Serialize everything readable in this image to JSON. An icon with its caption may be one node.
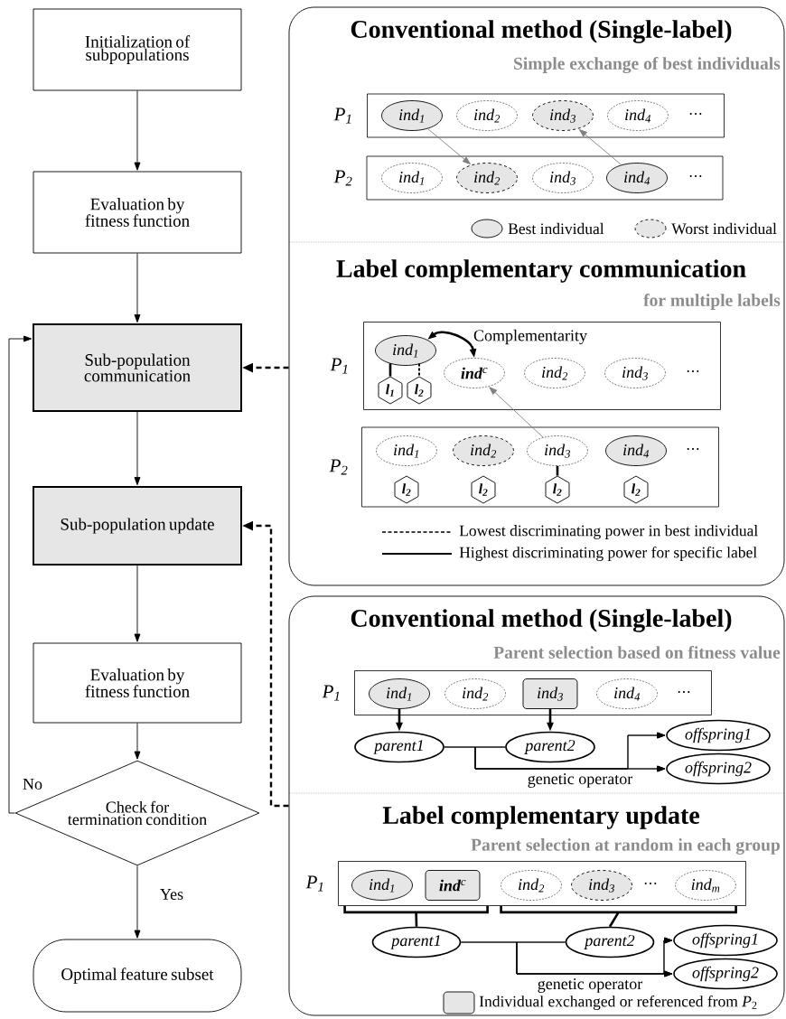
{
  "diagram": {
    "nodes": [
      {
        "text": [
          "Initialization of subpopulations"
        ]
      },
      {
        "text": [
          "Evaluation by fitness function"
        ]
      },
      {
        "text": [
          "Sub-population communication"
        ]
      },
      {
        "text": [
          "Sub-population update"
        ]
      },
      {
        "text": [
          "Evaluation by fitness function"
        ]
      },
      {
        "text": [
          "Check for termination condition"
        ]
      },
      {
        "text": [
          "Optimal feature subset"
        ]
      },
      {
        "text": [
          "Conventional method (Single-label)",
          "Simple exchange of best individuals",
          "Label complementary communication",
          "for multiple labels"
        ]
      },
      {
        "text": [
          "P$_{1}$"
        ],
        "in": 7
      },
      {
        "text": [
          "ind$_{1}$"
        ],
        "in": 8
      },
      {
        "text": [
          "ind$_{2}$"
        ],
        "in": 8
      },
      {
        "text": [
          "ind$_{3}$"
        ],
        "in": 8
      },
      {
        "text": [
          "ind$_{4}$"
        ],
        "in": 8
      },
      {
        "text": [
          "P$_{2}$"
        ],
        "in": 7
      },
      {
        "text": [
          "ind$_{1}$"
        ],
        "in": 13
      },
      {
        "text": [
          "ind$_{2}$"
        ],
        "in": 13
      },
      {
        "text": [
          "ind$_{3}$"
        ],
        "in": 13
      },
      {
        "text": [
          "ind$_{4}$"
        ],
        "in": 13
      },
      {
        "text": [
          "P$_{1}$"
        ],
        "in": 7
      },
      {
        "text": [
          "ind$_{1}$"
        ],
        "in": 18
      },
      {
        "text": [
          "**ind**$^{c}$"
        ],
        "in": 18
      },
      {
        "text": [
          "ind$_{2}$"
        ],
        "in": 18
      },
      {
        "text": [
          "ind$_{3}$"
        ],
        "in": 18
      },
      {
        "text": [
          "l$_{1}$"
        ],
        "in": 18
      },
      {
        "text": [
          "l$_{2}$"
        ],
        "in": 18
      },
      {
        "text": [
          "P$_{2}$"
        ],
        "in": 7
      },
      {
        "text": [
          "ind$_{1}$"
        ],
        "in": 25
      },
      {
        "text": [
          "ind$_{2}$"
        ],
        "in": 25
      },
      {
        "text": [
          "ind$_{3}$"
        ],
        "in": 25
      },
      {
        "text": [
          "ind$_{4}$"
        ],
        "in": 25
      },
      {
        "text": [
          "l$_{2}$"
        ],
        "in": 25
      },
      {
        "text": [
          "l$_{2}$"
        ],
        "in": 25
      },
      {
        "text": [
          "l$_{2}$"
        ],
        "in": 25
      },
      {
        "text": [
          "l$_{2}$"
        ],
        "in": 25
      },
      {
        "text": [
          "Conventional method (Single-label)",
          "Parent selection based on fitness value",
          "Label complementary update",
          "Parent selection at random in each group"
        ]
      },
      {
        "text": [
          "P$_{1}$"
        ],
        "in": 34
      },
      {
        "text": [
          "ind$_{1}$"
        ],
        "in": 35
      },
      {
        "text": [
          "ind$_{2}$"
        ],
        "in": 35
      },
      {
        "text": [
          "ind$_{3}$"
        ],
        "in": 35
      },
      {
        "text": [
          "ind$_{4}$"
        ],
        "in": 35
      },
      {
        "text": [
          "parent1"
        ],
        "in": 34
      },
      {
        "text": [
          "parent2"
        ],
        "in": 34
      },
      {
        "text": [
          "offspring1"
        ],
        "in": 34
      },
      {
        "text": [
          "offspring2"
        ],
        "in": 34
      },
      {
        "text": [
          "P$_{1}$"
        ],
        "in": 34
      },
      {
        "text": [
          "ind$_{1}$"
        ],
        "in": 44
      },
      {
        "text": [
          "**ind**$^{c}$"
        ],
        "in": 44
      },
      {
        "text": [
          "ind$_{2}$"
        ],
        "in": 44
      },
      {
        "text": [
          "ind$_{3}$"
        ],
        "in": 44
      },
      {
        "text": [
          "ind$_{m}$"
        ],
        "in": 44
      },
      {
        "text": [
          "parent1"
        ],
        "in": 34
      },
      {
        "text": [
          "parent2"
        ],
        "in": 34
      },
      {
        "text": [
          "offspring1"
        ],
        "in": 34
      },
      {
        "text": [
          "offspring2"
        ],
        "in": 34
      }
    ],
    "edges": [
      {
        "from": 0,
        "to": 1,
        "arrow": "to"
      },
      {
        "from": 1,
        "to": 2,
        "arrow": "to"
      },
      {
        "from": 2,
        "to": 3,
        "arrow": "to"
      },
      {
        "from": 3,
        "to": 4,
        "arrow": "to"
      },
      {
        "from": 4,
        "to": 5,
        "arrow": "to"
      },
      {
        "from": 5,
        "to": 2,
        "arrow": "to",
        "label": "No"
      },
      {
        "from": 5,
        "to": 6,
        "arrow": "to",
        "label": "Yes"
      },
      {
        "from": 7,
        "to": 2,
        "arrow": "to",
        "style": "dashed"
      },
      {
        "from": 34,
        "to": 3,
        "arrow": "to",
        "style": "dashed"
      },
      {
        "from": 9,
        "to": 15,
        "arrow": "to",
        "color": "#808080"
      },
      {
        "from": 17,
        "to": 11,
        "arrow": "to",
        "color": "#808080"
      },
      {
        "from": 19,
        "to": 20,
        "arrow": "both",
        "label": "Complementarity",
        "style": "thick"
      },
      {
        "from": 19,
        "to": 23,
        "arrow": "none",
        "style": "thick"
      },
      {
        "from": 19,
        "to": 24,
        "arrow": "none",
        "style": "dashed"
      },
      {
        "from": 28,
        "to": 20,
        "arrow": "to",
        "color": "#808080"
      },
      {
        "from": 28,
        "to": 32,
        "arrow": "none",
        "style": "thick"
      },
      {
        "from": 36,
        "to": 40,
        "arrow": "to",
        "style": "thick"
      },
      {
        "from": 38,
        "to": 41,
        "arrow": "to",
        "style": "thick"
      },
      {
        "from": 40,
        "to": 42,
        "arrow": "to"
      },
      {
        "from": 40,
        "to": 43,
        "arrow": "to",
        "label": "genetic operator"
      },
      {
        "from": 41,
        "to": 42,
        "arrow": "to"
      },
      {
        "from": 41,
        "to": 43,
        "arrow": "to"
      },
      {
        "from": 44,
        "to": 50,
        "arrow": "none",
        "style": "thick"
      },
      {
        "from": 44,
        "to": 51,
        "arrow": "none",
        "style": "thick"
      },
      {
        "from": 50,
        "to": 52,
        "arrow": "to"
      },
      {
        "from": 50,
        "to": 53,
        "arrow": "to",
        "label": "genetic operator"
      },
      {
        "from": 51,
        "to": 52,
        "arrow": "to"
      },
      {
        "from": 51,
        "to": 53,
        "arrow": "to"
      }
    ],
    "labels": [
      "⋯",
      "⋯",
      "⋯",
      "⋯",
      "⋯",
      "⋯"
    ],
    "legend": [
      {
        "text": "Best individual"
      },
      {
        "text": "Worst individual"
      },
      {
        "text": "Lowest discriminating power in best individual"
      },
      {
        "text": "Highest discriminating power for specific label"
      },
      {
        "text": "Individual exchanged or referenced from *P*$_{2}$"
      }
    ]
  }
}
